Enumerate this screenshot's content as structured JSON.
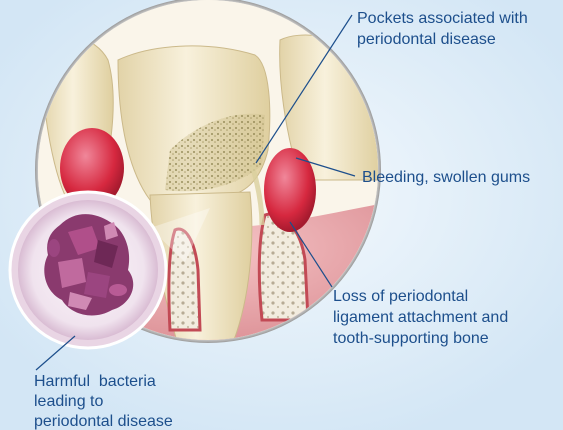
{
  "labels": {
    "pockets": [
      "Pockets associated with",
      "periodontal disease"
    ],
    "bleeding": [
      "Bleeding, swollen gums"
    ],
    "ligament": [
      "Loss of periodontal",
      "ligament attachment and",
      "tooth-supporting bone"
    ],
    "bacteria": [
      "Harmful  bacteria",
      "leading to",
      "periodontal disease"
    ]
  },
  "colors": {
    "label_text": "#1d4f8c",
    "leader_line": "#1d4f8c",
    "gum": "#e7a2a6",
    "inflamed_gum": "#d6283f",
    "tooth": "#f1e7c9",
    "bacteria": "#8a3a6e"
  }
}
